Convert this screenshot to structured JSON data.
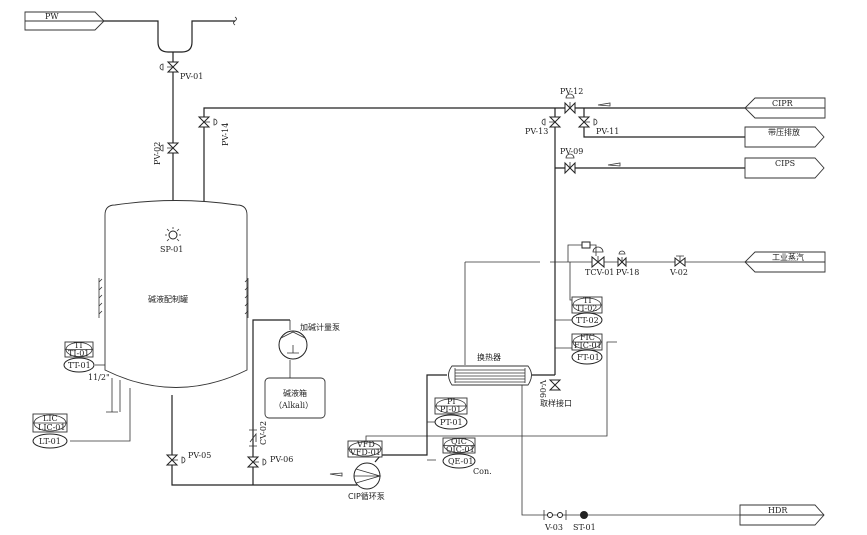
{
  "streams": {
    "pw": "PW",
    "cipr": "CIPR",
    "pressure_vent": "带压排放",
    "cips": "CIPS",
    "steam": "工业蒸汽",
    "hdr": "HDR"
  },
  "equipment": {
    "tank": "碱液配制罐",
    "dosing_pump": "加碱计量泵",
    "alkali_tank_line1": "碱液箱",
    "alkali_tank_line2": "（Alkali）",
    "cip_pump": "CIP循环泵",
    "heat_exchanger": "换热器",
    "sample_port": "取样接口",
    "spray_ball": "SP-01"
  },
  "valves": {
    "pv01": "PV-01",
    "pv02": "PV-02",
    "pv14": "PV-14",
    "pv12": "PV-12",
    "pv13": "PV-13",
    "pv11": "PV-11",
    "pv09": "PV-09",
    "tcv01": "TCV-01",
    "pv18": "PV-18",
    "v02": "V-02",
    "pv05": "PV-05",
    "pv06": "PV-06",
    "cv02": "CV-02",
    "v06": "V-06",
    "v03": "V-03",
    "st01": "ST-01"
  },
  "instruments": {
    "ti01": {
      "top": "TI",
      "mid": "TI-01",
      "bottom": "TT-01"
    },
    "lic01": {
      "top": "LIC",
      "mid": "LIC-01",
      "bottom": "LT-01"
    },
    "ti02": {
      "top": "TI",
      "mid": "TI-02",
      "bottom": "TT-02"
    },
    "fic01": {
      "top": "FIC",
      "mid": "FIC-01",
      "bottom": "FT-01"
    },
    "pi01": {
      "top": "PI",
      "mid": "PI-01",
      "bottom": "PT-01"
    },
    "qic01": {
      "top": "QIC",
      "mid": "QIC-01",
      "bottom": "QE-01"
    },
    "vfd01": {
      "top": "VFD",
      "mid": "VFD-01"
    }
  },
  "notes": {
    "nozzle_size": "11/2\"",
    "conductivity": "Con."
  }
}
